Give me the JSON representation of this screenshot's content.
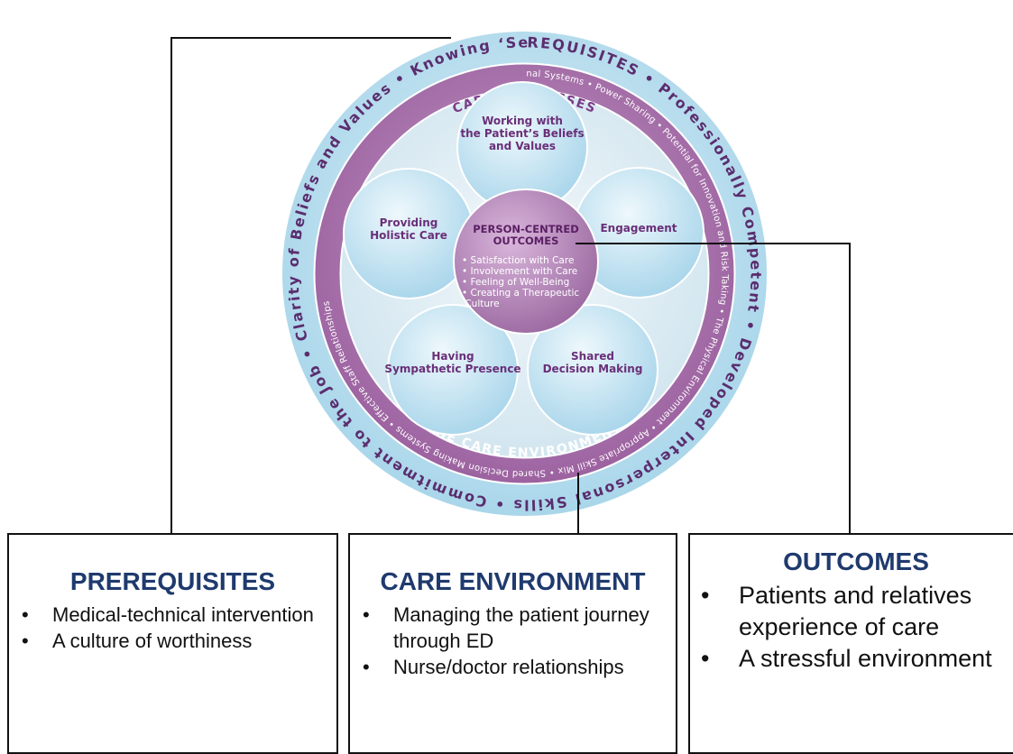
{
  "model": {
    "prerequisites_heading": "PREREQUISITES",
    "prerequisites_ring": [
      "Professionally Competent",
      "Developed Interpersonal Skills",
      "Commitment to the Job",
      "Clarity of Beliefs and Values",
      "Knowing ‘Self’"
    ],
    "care_environment_heading": "THE CARE ENVIRONMENT",
    "care_environment_ring": [
      "Supportive Organisational Systems",
      "Power Sharing",
      "Potential for Innovation and Risk Taking",
      "The Physical Environment",
      "Appropriate Skill Mix",
      "Shared Decision Making Systems",
      "Effective Staff Relationships"
    ],
    "care_processes_heading": "CARE PROCESSES",
    "petals": {
      "top": [
        "Working with",
        "the Patient’s Beliefs",
        "and Values"
      ],
      "right": [
        "Engagement"
      ],
      "bottom_right": [
        "Shared",
        "Decision Making"
      ],
      "bottom_left": [
        "Having",
        "Sympathetic Presence"
      ],
      "left": [
        "Providing",
        "Holistic Care"
      ]
    },
    "center_title": [
      "PERSON-CENTRED",
      "OUTCOMES"
    ],
    "center_items": [
      "• Satisfaction with Care",
      "• Involvement with Care",
      "• Feeling of Well-Being",
      "• Creating a Therapeutic",
      "  Culture"
    ]
  },
  "boxes": {
    "prerequisites": {
      "title": "PREREQUISITES",
      "items": [
        "Medical-technical intervention",
        "A culture of worthiness"
      ]
    },
    "care_environment": {
      "title": "CARE ENVIRONMENT",
      "items": [
        "Managing the patient journey through ED",
        "Nurse/doctor relationships"
      ]
    },
    "outcomes": {
      "title": "OUTCOMES",
      "items": [
        "Patients and relatives experience of care",
        "A stressful environment"
      ]
    }
  },
  "bullet": "•",
  "colors": {
    "outer_ring": "#bfe0ee",
    "outer_text": "#5b2d6e",
    "middle_ring": "#b07ab0",
    "inner_disc": "#dcecf3",
    "petal": "#c6e5f2",
    "center": "#b98cc0",
    "box_title": "#1f3a6e"
  }
}
